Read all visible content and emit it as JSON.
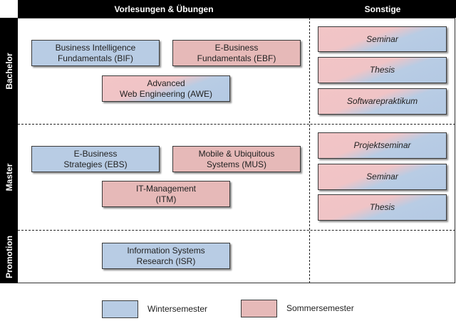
{
  "headers": {
    "lectures": "Vorlesungen & Übungen",
    "other": "Sonstige"
  },
  "rows": {
    "bachelor": "Bachelor",
    "master": "Master",
    "promotion": "Promotion"
  },
  "bachelor": {
    "courses": [
      {
        "line1": "Business Intelligence",
        "line2": "Fundamentals (BIF)",
        "semester": "winter"
      },
      {
        "line1": "E-Business",
        "line2": "Fundamentals (EBF)",
        "semester": "summer"
      },
      {
        "line1": "Advanced",
        "line2": "Web Engineering  (AWE)",
        "semester": "both"
      }
    ],
    "other": [
      "Seminar",
      "Thesis",
      "Softwarepraktikum"
    ]
  },
  "master": {
    "courses": [
      {
        "line1": "E-Business",
        "line2": "Strategies (EBS)",
        "semester": "winter"
      },
      {
        "line1": "Mobile & Ubiquitous",
        "line2": "Systems (MUS)",
        "semester": "summer"
      },
      {
        "line1": "IT-Management",
        "line2": "(ITM)",
        "semester": "summer"
      }
    ],
    "other": [
      "Projektseminar",
      "Seminar",
      "Thesis"
    ]
  },
  "promotion": {
    "courses": [
      {
        "line1": "Information Systems",
        "line2": "Research (ISR)",
        "semester": "winter"
      }
    ]
  },
  "legend": {
    "winter": "Wintersemester",
    "summer": "Sommersemester"
  },
  "colors": {
    "winter": "#b8cce4",
    "summer": "#e6b9b8",
    "header": "#000000"
  }
}
